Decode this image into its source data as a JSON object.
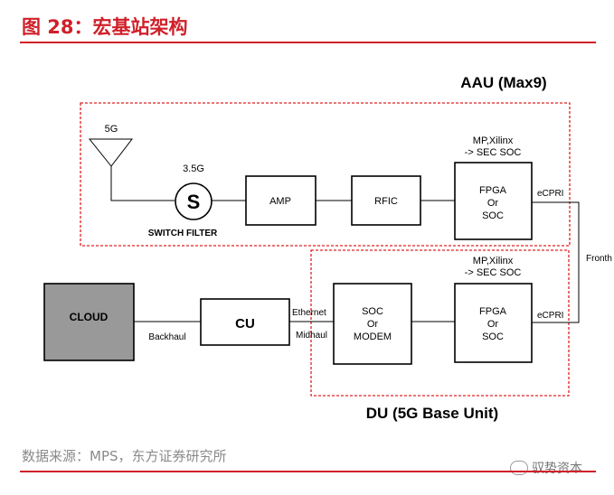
{
  "figure_title": "图 28：宏基站架构",
  "source": "数据来源：MPS，东方证券研究所",
  "watermark": "驭势资本",
  "aau": {
    "title": "AAU (Max9)",
    "antenna_label": "5G",
    "filter_freq": "3.5G",
    "filter_symbol": "S",
    "filter_label": "SWITCH FILTER",
    "amp": "AMP",
    "rfic": "RFIC",
    "vendor_line1": "MP,Xilinx",
    "vendor_line2": "-> SEC SOC",
    "fpga_line1": "FPGA",
    "fpga_line2": "Or",
    "fpga_line3": "SOC",
    "ecpri": "eCPRI"
  },
  "fronthaul_label": "Fronth",
  "du": {
    "title": "DU (5G Base Unit)",
    "vendor_line1": "MP,Xilinx",
    "vendor_line2": "-> SEC SOC",
    "soc_line1": "SOC",
    "soc_line2": "Or",
    "soc_line3": "MODEM",
    "fpga_line1": "FPGA",
    "fpga_line2": "Or",
    "fpga_line3": "SOC",
    "ecpri": "eCPRI"
  },
  "cloud": "CLOUD",
  "cu": "CU",
  "backhaul": "Backhaul",
  "ethernet": "Ethernet",
  "midhaul": "Midhaul",
  "colors": {
    "title_red": "#d0202a",
    "dashed_red": "#e02020",
    "cloud_fill": "#999999"
  }
}
